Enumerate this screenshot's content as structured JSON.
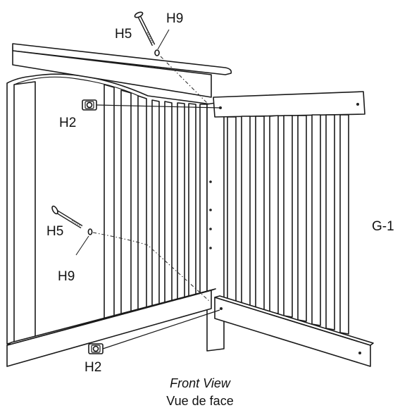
{
  "labels": {
    "h9_top": "H9",
    "h5_top": "H5",
    "h2_top": "H2",
    "h5_mid": "H5",
    "h9_mid": "H9",
    "h2_bottom": "H2",
    "part": "G-1"
  },
  "caption": {
    "english": "Front View",
    "french": "Vue de face"
  }
}
